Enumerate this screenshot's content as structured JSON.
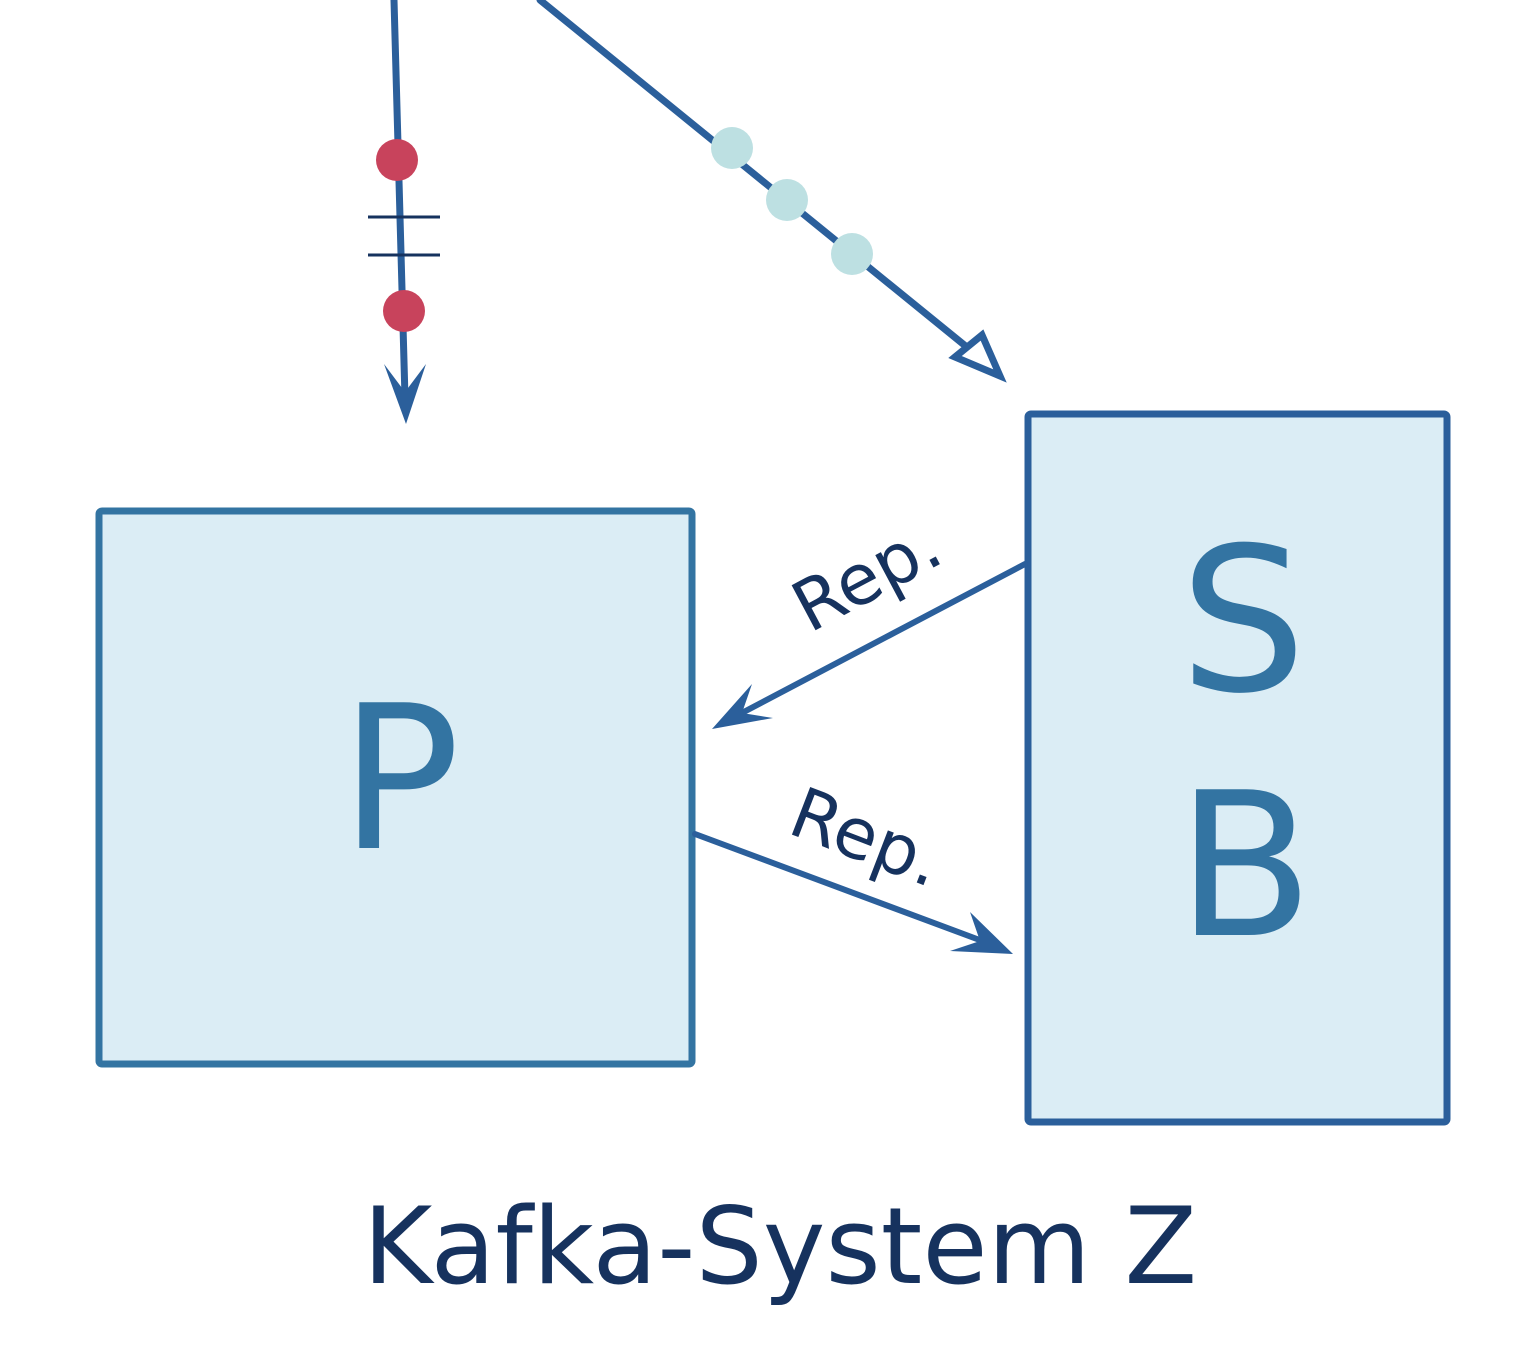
{
  "diagram": {
    "title": "Kafka-System Z",
    "nodes": {
      "primary": {
        "letter": "P"
      },
      "secondary": {
        "letter_top": "S",
        "letter_bottom": "B"
      }
    },
    "edges": {
      "sb_to_p_label": "Rep.",
      "p_to_sb_label": "Rep."
    },
    "colors": {
      "box_fill": "#dbedf5",
      "box_stroke_p": "#3374a2",
      "box_stroke_sb": "#2b5f9b",
      "arrow": "#2b5f9b",
      "letter": "#3374a2",
      "label_text": "#16325e",
      "title_text": "#16325e",
      "red_dot": "#c8435c",
      "teal_dot": "#bde0e2",
      "tick": "#16325e"
    }
  }
}
